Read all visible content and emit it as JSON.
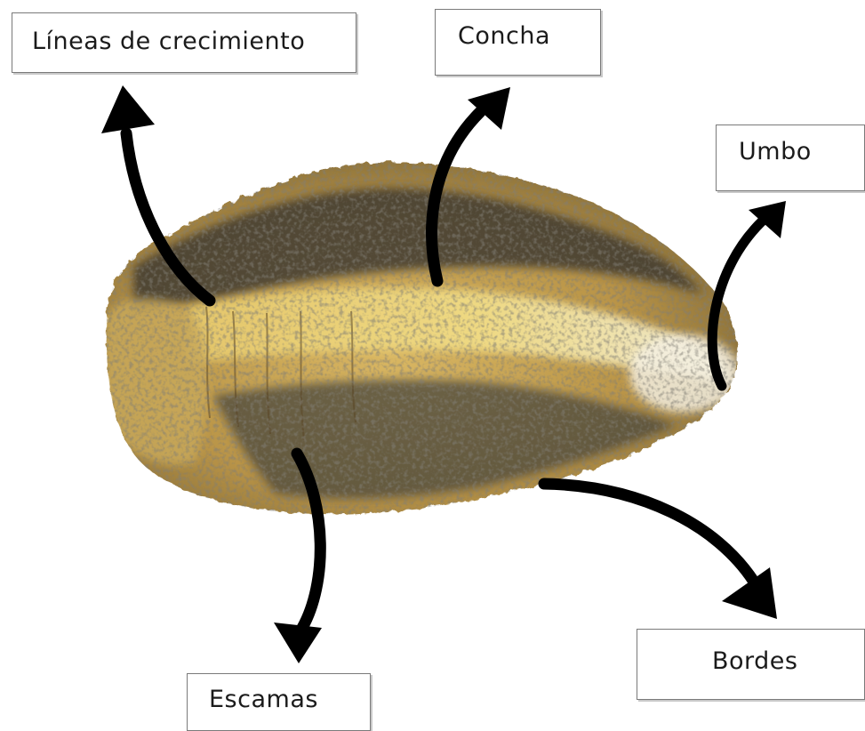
{
  "labels": {
    "lineas": "Líneas de crecimiento",
    "concha": "Concha",
    "umbo": "Umbo",
    "bordes": "Bordes",
    "escamas": "Escamas"
  },
  "colors": {
    "arrow": "#000000",
    "shell_base": "#c9a24c",
    "shell_light": "#ecd680",
    "shell_dark": "#3f3b33"
  }
}
